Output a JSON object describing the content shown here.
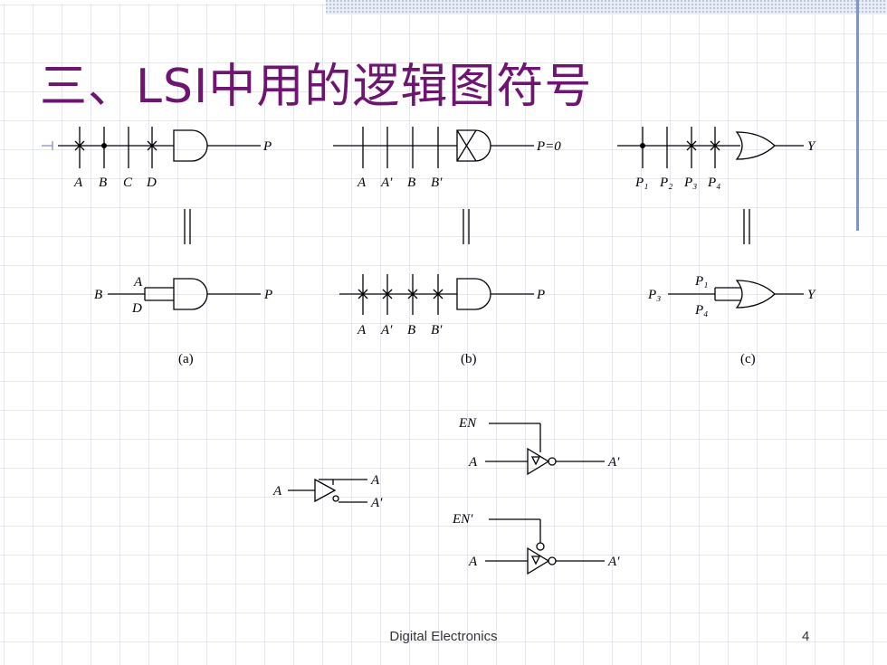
{
  "slide": {
    "title": "三、LSI中用的逻辑图符号",
    "footer": "Digital Electronics",
    "page_number": "4"
  },
  "colors": {
    "title": "#6d1570",
    "grid": "#c7d2e2",
    "accent_bar": "#7f95c4"
  },
  "panel_a": {
    "inputs": [
      "A",
      "B",
      "C",
      "D"
    ],
    "output": "P",
    "eq_in_left": "B",
    "eq_in_top": "A",
    "eq_in_bottom": "D",
    "eq_output": "P",
    "caption": "(a)"
  },
  "panel_b": {
    "inputs": [
      "A",
      "A′",
      "B",
      "B′"
    ],
    "output": "P=0",
    "eq_inputs": [
      "A",
      "A′",
      "B",
      "B′"
    ],
    "eq_output": "P",
    "caption": "(b)"
  },
  "panel_c": {
    "inputs": [
      "P₁",
      "P₂",
      "P₃",
      "P₄"
    ],
    "output": "Y",
    "eq_in_left": "P₃",
    "eq_in_top": "P₁",
    "eq_in_bottom": "P₄",
    "eq_output": "Y",
    "caption": "(c)"
  },
  "buffer": {
    "input": "A",
    "out_true": "A",
    "out_comp": "A′"
  },
  "tristate_high": {
    "enable": "EN",
    "input": "A",
    "output": "A′"
  },
  "tristate_low": {
    "enable": "EN′",
    "input": "A",
    "output": "A′"
  }
}
